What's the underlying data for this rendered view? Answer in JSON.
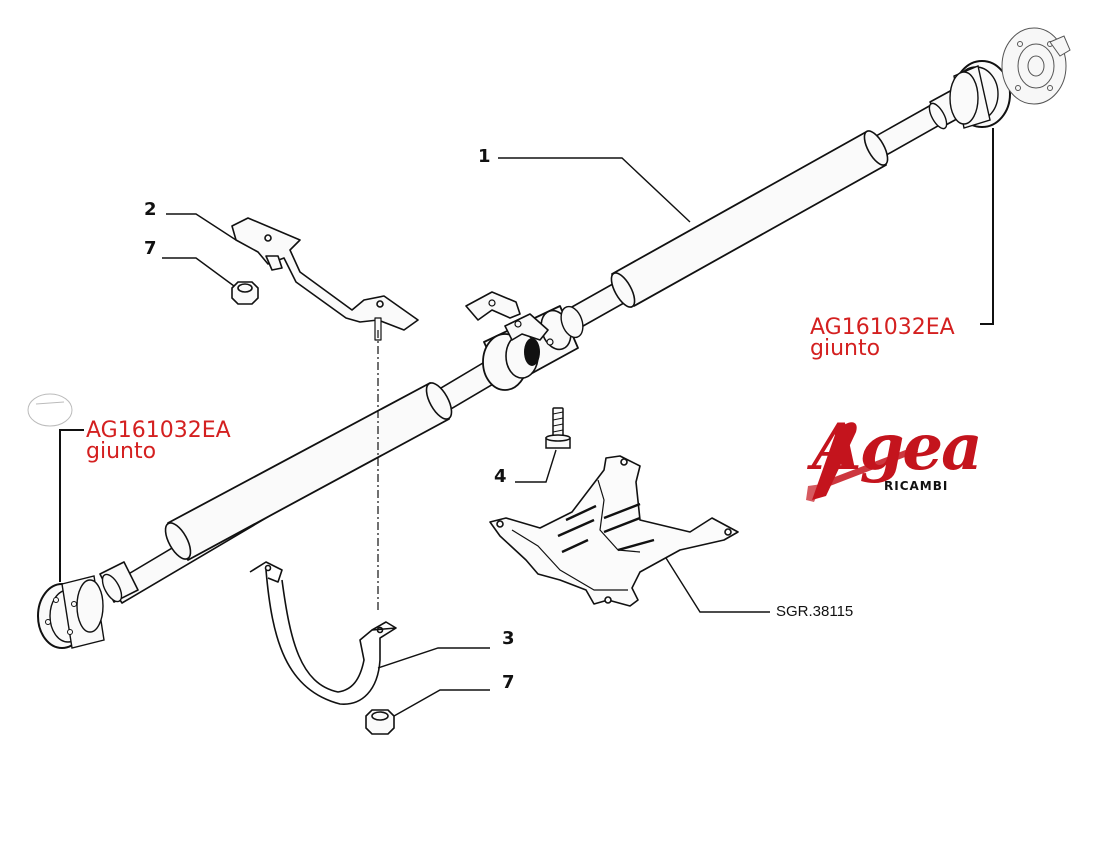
{
  "diagram": {
    "callouts": {
      "c1": "1",
      "c2": "2",
      "c7a": "7",
      "c4": "4",
      "c3": "3",
      "c7b": "7"
    },
    "reference": "SGR.38115",
    "parts": {
      "right": {
        "code": "AG161032EA",
        "name": "giunto"
      },
      "left": {
        "code": "AG161032EA",
        "name": "giunto"
      }
    }
  },
  "logo": {
    "brand": "Agea",
    "tagline": "RICAMBI",
    "color": "#c4141d"
  },
  "colors": {
    "part_label": "#d42020",
    "line": "#111111"
  }
}
